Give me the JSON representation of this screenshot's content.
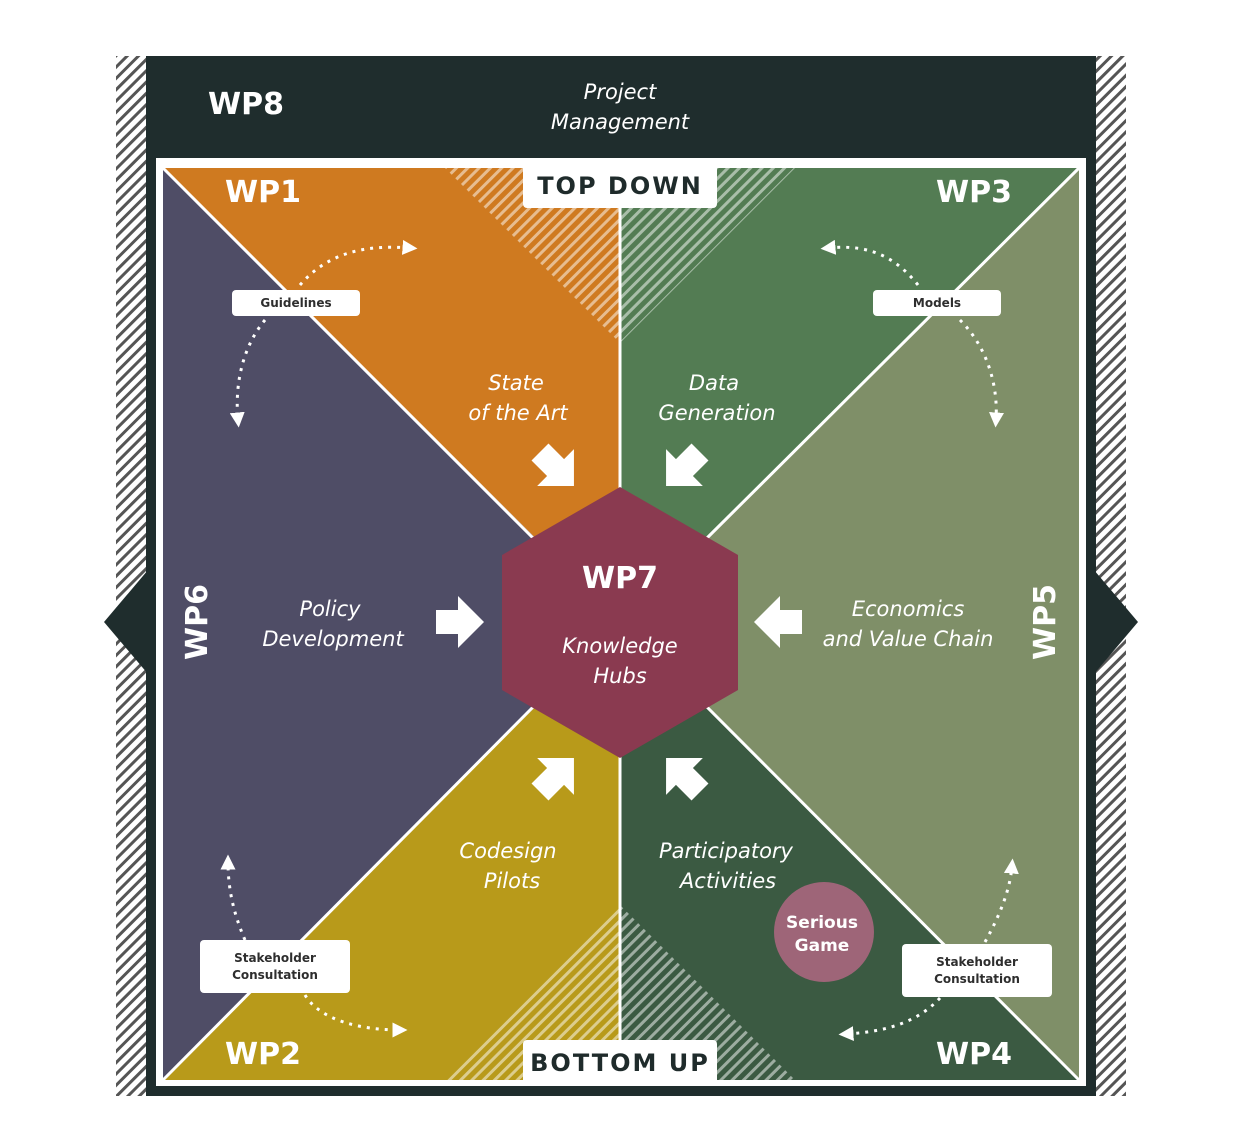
{
  "colors": {
    "frame": "#1f2d2d",
    "wp1": "#cf7a20",
    "wp2": "#b89a1a",
    "wp3": "#537c53",
    "wp4": "#3b5a42",
    "wp5": "#7f8f68",
    "wp6": "#4f4d66",
    "wp7": "#8a3a50",
    "serious_game": "#9e6578"
  },
  "wp8": {
    "label": "WP8",
    "title_line1": "Project",
    "title_line2": "Management"
  },
  "top_band": "TOP DOWN",
  "bottom_band": "BOTTOM UP",
  "wp1": {
    "label": "WP1",
    "line1": "State",
    "line2": "of the Art"
  },
  "wp2": {
    "label": "WP2",
    "line1": "Codesign",
    "line2": "Pilots"
  },
  "wp3": {
    "label": "WP3",
    "line1": "Data",
    "line2": "Generation"
  },
  "wp4": {
    "label": "WP4",
    "line1": "Participatory",
    "line2": "Activities"
  },
  "wp5": {
    "label": "WP5",
    "line1": "Economics",
    "line2": "and Value Chain"
  },
  "wp6": {
    "label": "WP6",
    "line1": "Policy",
    "line2": "Development"
  },
  "wp7": {
    "label": "WP7",
    "line1": "Knowledge",
    "line2": "Hubs"
  },
  "pills": {
    "guidelines": "Guidelines",
    "models": "Models",
    "stakeholder_left_1": "Stakeholder",
    "stakeholder_left_2": "Consultation",
    "stakeholder_right_1": "Stakeholder",
    "stakeholder_right_2": "Consultation"
  },
  "serious_game": {
    "line1": "Serious",
    "line2": "Game"
  },
  "icons": [
    "inward-arrow-icon",
    "curved-dotted-arrow-icon"
  ]
}
